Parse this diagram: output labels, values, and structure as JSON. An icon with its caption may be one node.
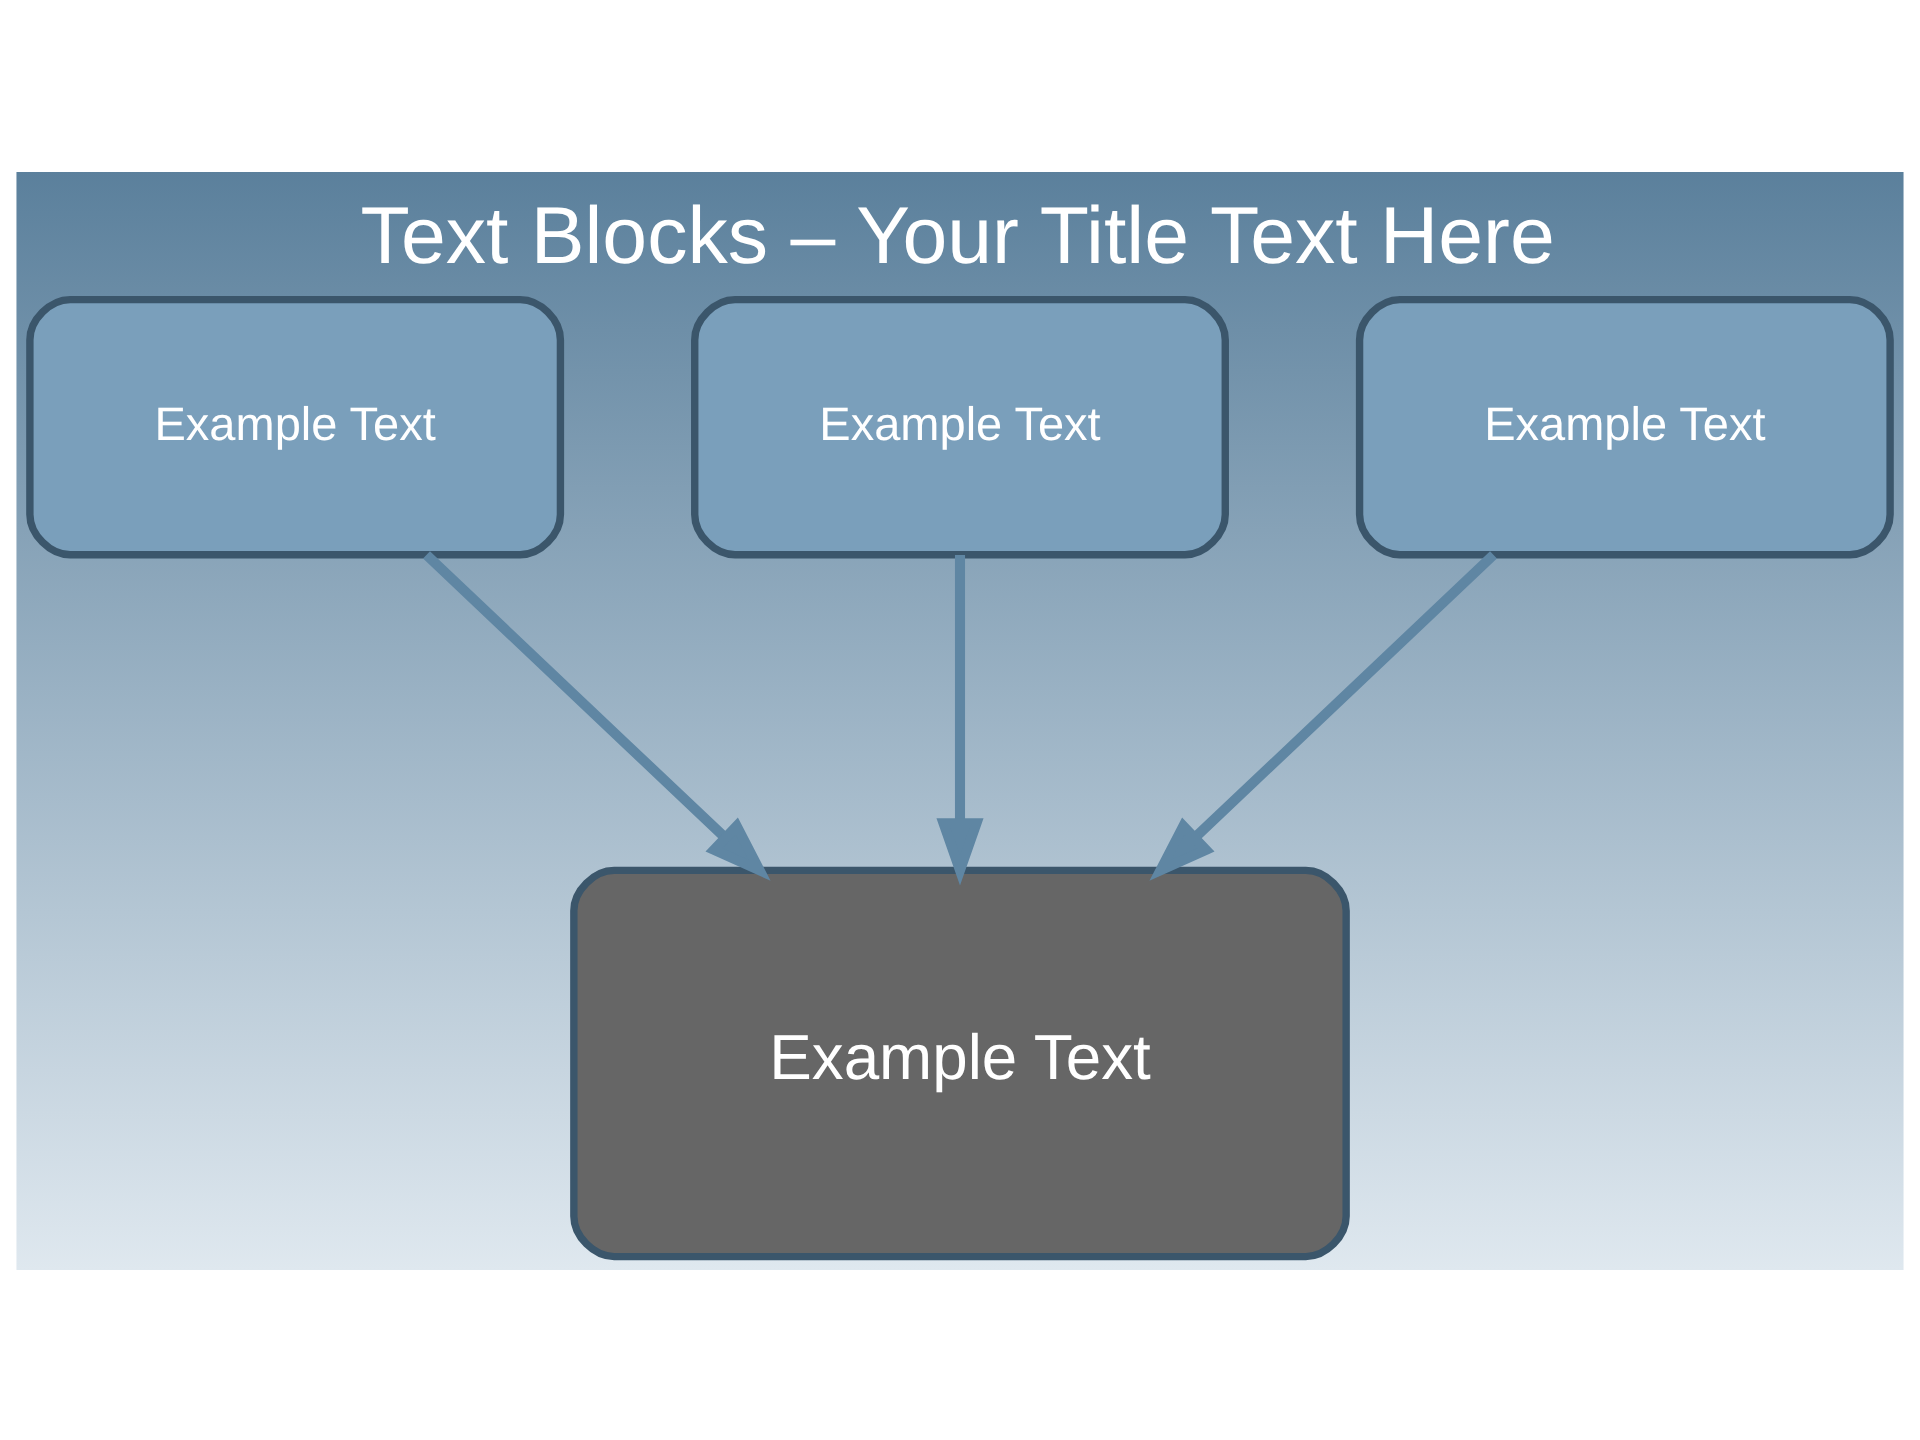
{
  "diagram": {
    "title": "Text Blocks – Your Title Text Here",
    "nodes": [
      {
        "text": [
          "Example Text"
        ]
      },
      {
        "text": [
          "Example Text"
        ]
      },
      {
        "text": [
          "Example Text"
        ]
      },
      {
        "text": [
          "Example Text"
        ]
      }
    ],
    "edges": [
      {
        "from": 0,
        "to": 3,
        "arrow": "to"
      },
      {
        "from": 1,
        "to": 3,
        "arrow": "to"
      },
      {
        "from": 2,
        "to": 3,
        "arrow": "to"
      }
    ]
  }
}
